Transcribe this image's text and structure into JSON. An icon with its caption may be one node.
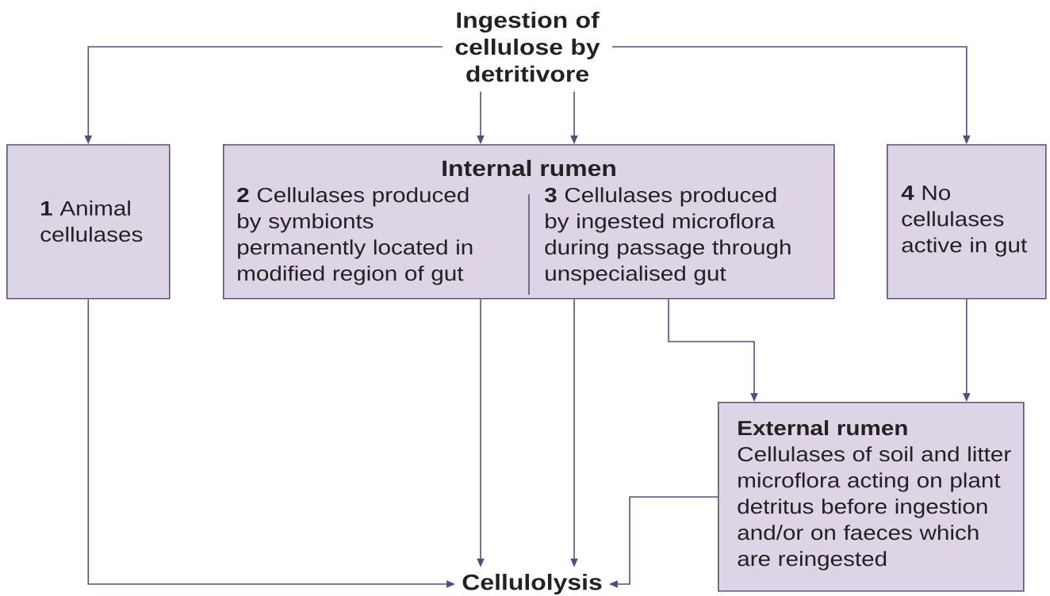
{
  "diagram": {
    "nodes": [
      {
        "text": [
          "Ingestion of cellulose by detritivore"
        ]
      },
      {
        "text": [
          "**1** Animal cellulases"
        ]
      },
      {
        "text": [
          "Internal rumen"
        ]
      },
      {
        "text": [
          "**2** Cellulases produced by symbionts permanently located in modified region of gut"
        ],
        "in": 2
      },
      {
        "text": [
          "**3** Cellulases produced by ingested microflora during passage through unspecialised gut"
        ],
        "in": 2
      },
      {
        "text": [
          "**4** No cellulases active in gut"
        ]
      },
      {
        "text": [
          "External rumen",
          "Cellulases of soil and litter microflora acting on plant detritus before ingestion and/or on faeces which are reingested"
        ]
      },
      {
        "text": [
          "Cellulolysis"
        ]
      }
    ],
    "edges": [
      {
        "from": 0,
        "to": 1,
        "arrow": "to"
      },
      {
        "from": 0,
        "to": 3,
        "arrow": "to"
      },
      {
        "from": 0,
        "to": 4,
        "arrow": "to"
      },
      {
        "from": 0,
        "to": 5,
        "arrow": "to"
      },
      {
        "from": 1,
        "to": 7,
        "arrow": "to"
      },
      {
        "from": 3,
        "to": 7,
        "arrow": "to"
      },
      {
        "from": 4,
        "to": 7,
        "arrow": "to"
      },
      {
        "from": 4,
        "to": 6,
        "arrow": "to"
      },
      {
        "from": 5,
        "to": 6,
        "arrow": "to"
      },
      {
        "from": 6,
        "to": 7,
        "arrow": "to"
      }
    ]
  }
}
